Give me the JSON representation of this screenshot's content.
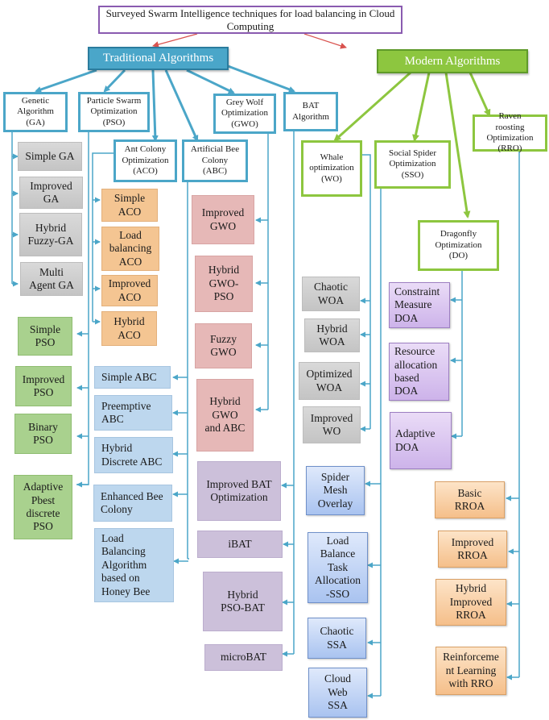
{
  "title": "Surveyed Swarm Intelligence techniques for load balancing in Cloud Computing",
  "colors": {
    "traditional": "#4aa6c9",
    "modern": "#8dc63f",
    "connector_blue": "#4ba6c8",
    "connector_green": "#8dc63f",
    "title_arrow": "#d9534f",
    "title_border": "#8a5bb0"
  },
  "categories": {
    "traditional": {
      "label": "Traditional Algorithms",
      "families": {
        "ga": {
          "label": "Genetic\nAlgorithm\n(GA)",
          "techniques": [
            "Simple GA",
            "Improved\nGA",
            "Hybrid\nFuzzy-GA",
            "Multi\nAgent GA"
          ]
        },
        "pso": {
          "label": "Particle Swarm\nOptimization\n(PSO)",
          "techniques": [
            "Simple\nPSO",
            "Improved\nPSO",
            "Binary\nPSO",
            "Adaptive\nPbest\ndiscrete\nPSO"
          ]
        },
        "aco": {
          "label": "Ant Colony\nOptimization\n(ACO)",
          "techniques": [
            "Simple\nACO",
            "Load\nbalancing\nACO",
            "Improved\nACO",
            "Hybrid\nACO"
          ]
        },
        "abc": {
          "label": "Artificial Bee\nColony\n(ABC)",
          "techniques": [
            "Simple ABC",
            "Preemptive\nABC",
            "Hybrid\nDiscrete ABC",
            "Enhanced Bee\nColony",
            "Load\nBalancing\nAlgorithm\nbased on\nHoney Bee"
          ]
        },
        "gwo": {
          "label": "Grey Wolf\nOptimization\n(GWO)",
          "techniques": [
            "Improved\nGWO",
            "Hybrid\nGWO-\nPSO",
            "Fuzzy\nGWO",
            "Hybrid\nGWO\nand ABC"
          ]
        },
        "bat": {
          "label": "BAT\nAlgorithm",
          "techniques": [
            "Improved BAT\nOptimization",
            "iBAT",
            "Hybrid\nPSO-BAT",
            "microBAT"
          ]
        }
      }
    },
    "modern": {
      "label": "Modern Algorithms",
      "families": {
        "wo": {
          "label": "Whale\noptimization\n(WO)",
          "techniques": [
            "Chaotic\nWOA",
            "Hybrid\nWOA",
            "Optimized\nWOA",
            "Improved\nWO"
          ]
        },
        "sso": {
          "label": "Social Spider\nOptimization\n(SSO)",
          "techniques": [
            "Spider\nMesh\nOverlay",
            "Load\nBalance\nTask\nAllocation\n-SSO",
            "Chaotic\nSSA",
            "Cloud\nWeb\nSSA"
          ]
        },
        "do": {
          "label": "Dragonfly\nOptimization\n(DO)",
          "techniques": [
            "Constraint\nMeasure\nDOA",
            "Resource\nallocation\nbased\nDOA",
            "Adaptive\nDOA"
          ]
        },
        "rro": {
          "label": "Raven\nroosting\nOptimization\n(RRO)",
          "techniques": [
            "Basic\nRROA",
            "Improved\nRROA",
            "Hybrid\nImproved\nRROA",
            "Reinforceme\nnt Learning\nwith RRO"
          ]
        }
      }
    }
  }
}
